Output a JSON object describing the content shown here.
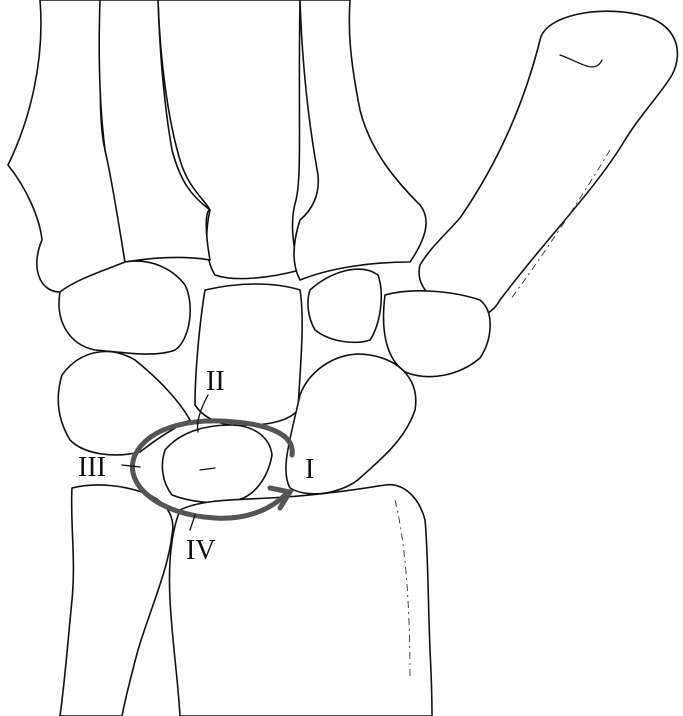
{
  "labels": {
    "stage_1": "I",
    "stage_2": "II",
    "stage_3": "III",
    "stage_4": "IV"
  },
  "colors": {
    "line": "#111111",
    "arrow": "#555555",
    "background": "#ffffff"
  }
}
